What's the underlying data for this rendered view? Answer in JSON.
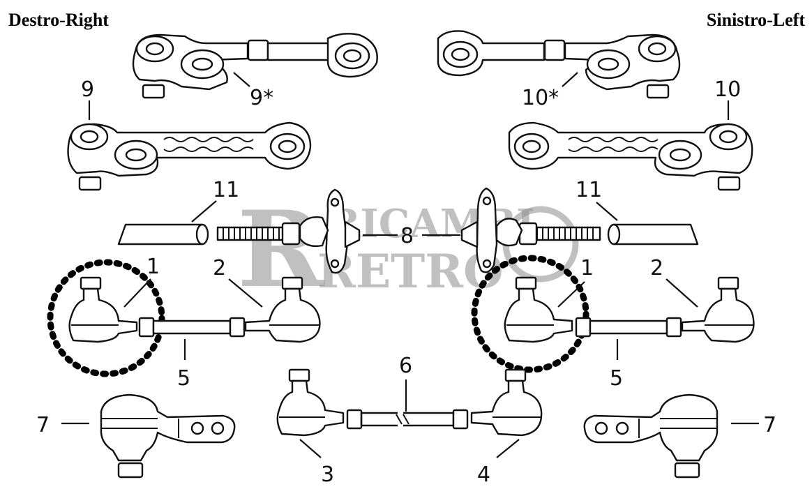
{
  "header": {
    "left_title": "Destro-Right",
    "right_title": "Sinistro-Left"
  },
  "watermark": {
    "text_top": "RICAMBI",
    "text_bottom": "RETRO"
  },
  "labels": {
    "l9star": "9*",
    "l10star": "10*",
    "l9": "9",
    "l10": "10",
    "l11a": "11",
    "l11b": "11",
    "l8": "8",
    "l1a": "1",
    "l2a": "2",
    "l1b": "1",
    "l2b": "2",
    "l5a": "5",
    "l5b": "5",
    "l6": "6",
    "l7a": "7",
    "l7b": "7",
    "l3": "3",
    "l4": "4"
  },
  "colors": {
    "line": "#111111",
    "watermark": "#8c8c8c",
    "background": "#ffffff"
  }
}
